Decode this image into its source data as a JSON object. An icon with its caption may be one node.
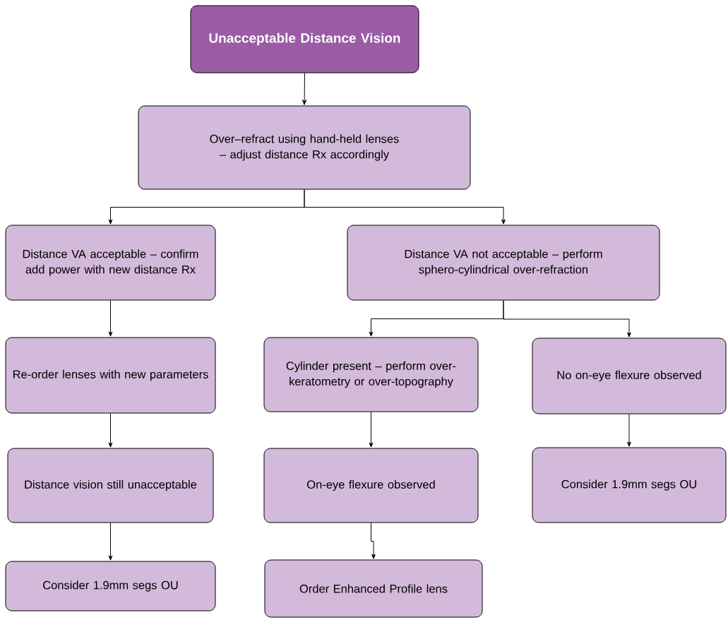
{
  "diagram": {
    "nodes": [
      {
        "text": [
          "Unacceptable Distance Vision"
        ]
      },
      {
        "text": [
          "Over–refract using hand-held lenses – adjust distance Rx accordingly"
        ]
      },
      {
        "text": [
          "Distance VA acceptable – confirm add power with new distance Rx"
        ]
      },
      {
        "text": [
          "Distance VA not acceptable – perform sphero-cylindrical over-refraction"
        ]
      },
      {
        "text": [
          "Re-order lenses with new parameters"
        ]
      },
      {
        "text": [
          "Cylinder present – perform over-keratometry or over-topography"
        ]
      },
      {
        "text": [
          "No on-eye flexure observed"
        ]
      },
      {
        "text": [
          "Distance vision still unacceptable"
        ]
      },
      {
        "text": [
          "On-eye flexure observed"
        ]
      },
      {
        "text": [
          "Consider 1.9mm segs OU"
        ]
      },
      {
        "text": [
          "Consider 1.9mm segs OU"
        ]
      },
      {
        "text": [
          "Order Enhanced Profile lens"
        ]
      }
    ],
    "edges": [
      {
        "from": 0,
        "to": 1,
        "arrow": "to"
      },
      {
        "from": 1,
        "to": 2,
        "arrow": "to"
      },
      {
        "from": 1,
        "to": 3,
        "arrow": "to"
      },
      {
        "from": 2,
        "to": 4,
        "arrow": "to"
      },
      {
        "from": 3,
        "to": 5,
        "arrow": "to"
      },
      {
        "from": 3,
        "to": 6,
        "arrow": "to"
      },
      {
        "from": 4,
        "to": 7,
        "arrow": "to"
      },
      {
        "from": 5,
        "to": 8,
        "arrow": "to"
      },
      {
        "from": 6,
        "to": 9,
        "arrow": "to"
      },
      {
        "from": 7,
        "to": 10,
        "arrow": "to"
      },
      {
        "from": 8,
        "to": 11,
        "arrow": "to"
      }
    ]
  }
}
